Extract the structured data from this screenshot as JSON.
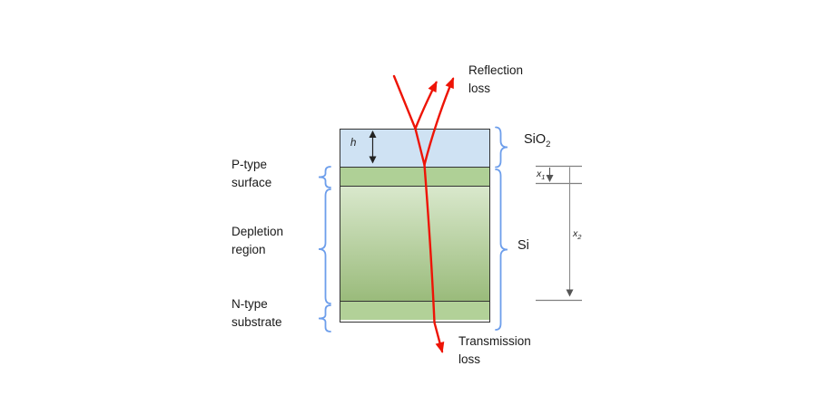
{
  "diagram": {
    "annotations": {
      "reflection_loss": "Reflection\nloss",
      "transmission_loss": "Transmission\nloss"
    },
    "layer_labels": {
      "p_type": "P-type\nsurface",
      "depletion": "Depletion\nregion",
      "n_type": "N-type\nsubstrate"
    },
    "material_labels": {
      "sio2_base": "SiO",
      "sio2_sub": "2",
      "si": "Si"
    },
    "dimensions": {
      "h": "h",
      "x1_base": "x",
      "x1_sub": "1",
      "x2_base": "x",
      "x2_sub": "2"
    },
    "colors": {
      "sio2_fill": "#cfe2f3",
      "p_type_fill": "#afd096",
      "depletion_top": "#d9e8cc",
      "depletion_bottom": "#9abb7b",
      "n_type_fill": "#b2d198",
      "ray_red": "#ee1406",
      "brace_blue": "#6d9eeb",
      "outline": "#333333",
      "dimension_line_gray": "#808080"
    }
  }
}
